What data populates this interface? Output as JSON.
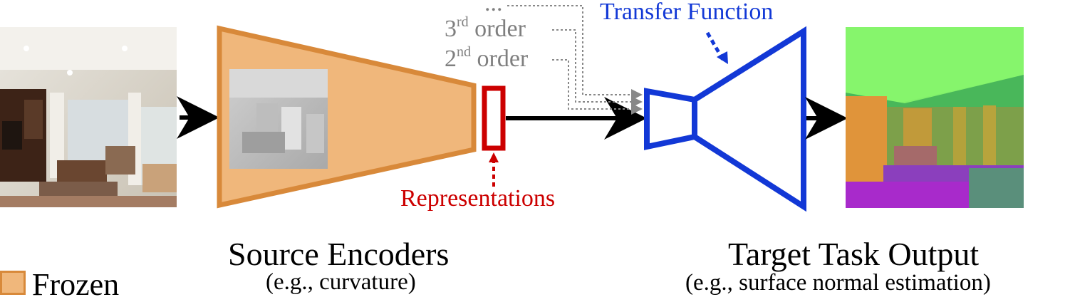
{
  "labels": {
    "transfer_function": "Transfer Function",
    "representations": "Representations",
    "ellipsis": "...",
    "order_3_num": "3",
    "order_3_sup": "rd",
    "order_2_num": "2",
    "order_2_sup": "nd",
    "order_word": "order",
    "source_encoders": "Source Encoders",
    "source_example": "(e.g., curvature)",
    "target_output": "Target Task Output",
    "target_example": "(e.g., surface normal estimation)",
    "legend_frozen": "Frozen"
  },
  "colors": {
    "encoder_fill": "#f0b77b",
    "encoder_stroke": "#d8893a",
    "representation": "#cc0000",
    "transfer": "#1238d6",
    "order_gray": "#7f7f7f"
  },
  "images": {
    "input": "living-room-photo",
    "curvature": "curvature-map",
    "output": "surface-normal-map"
  }
}
